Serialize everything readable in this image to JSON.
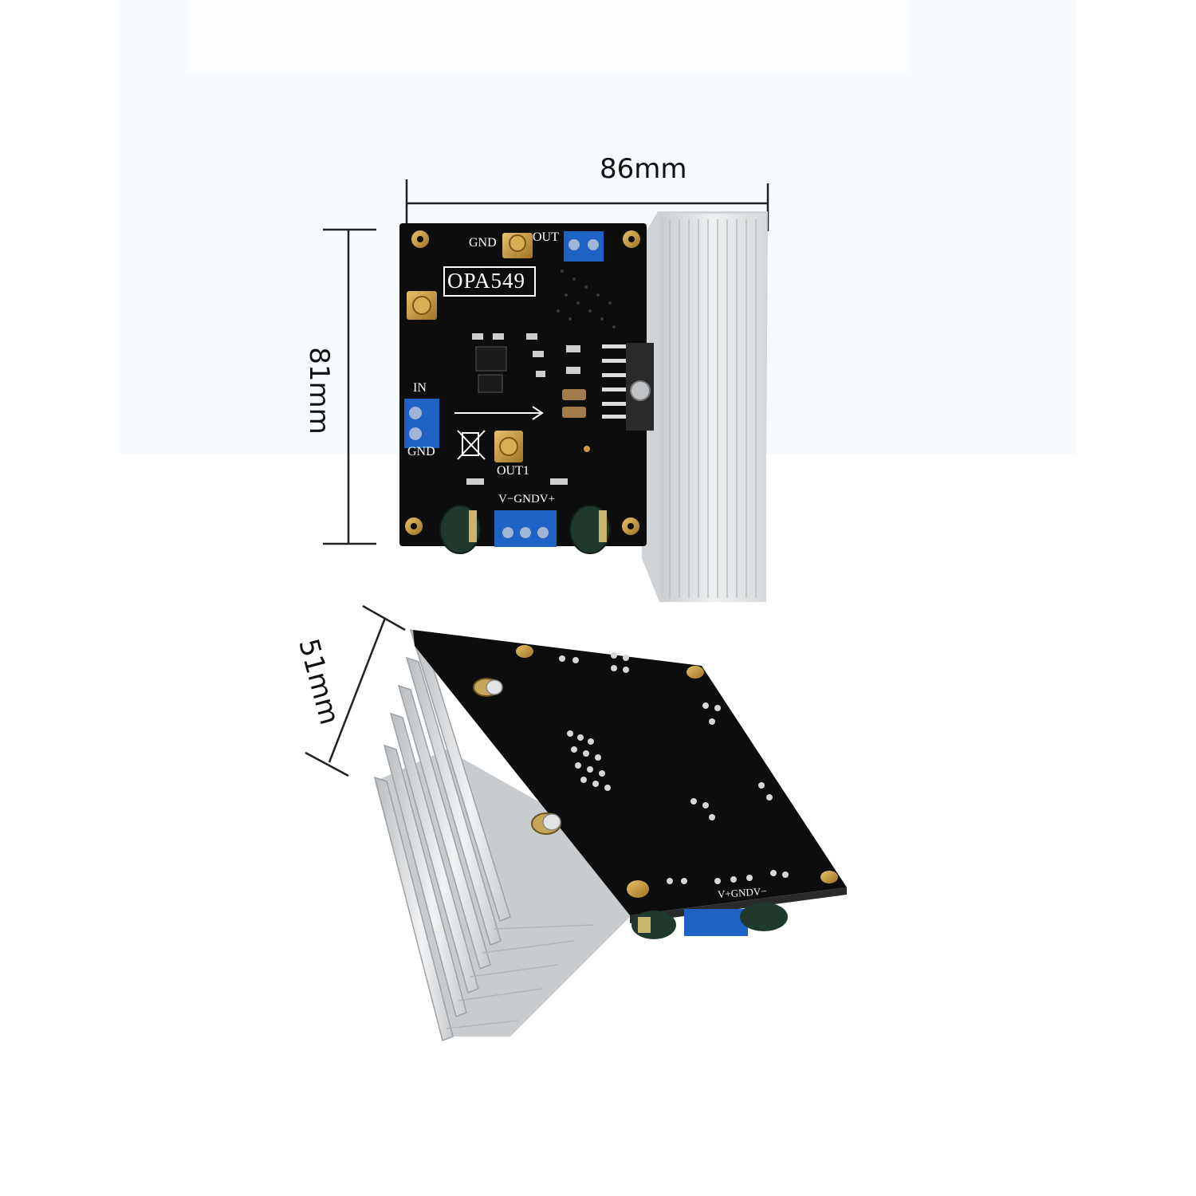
{
  "dimensions": {
    "width": "86mm",
    "height": "81mm",
    "depth": "51mm"
  },
  "board_top": {
    "chip_label": "OPA549",
    "gnd_top": "GND",
    "out_top": "OUT",
    "in_label": "IN",
    "gnd_left": "GND",
    "out1_label": "OUT1",
    "power_label": "V−GNDV+"
  },
  "board_bottom": {
    "power_label": "V+GNDV−"
  },
  "colors": {
    "pcb": "#0d0d0d",
    "heatsink": "#d9dcde",
    "terminal": "#1e63c4",
    "gold": "#c79a3c",
    "capacitor": "#1f3a2c"
  }
}
